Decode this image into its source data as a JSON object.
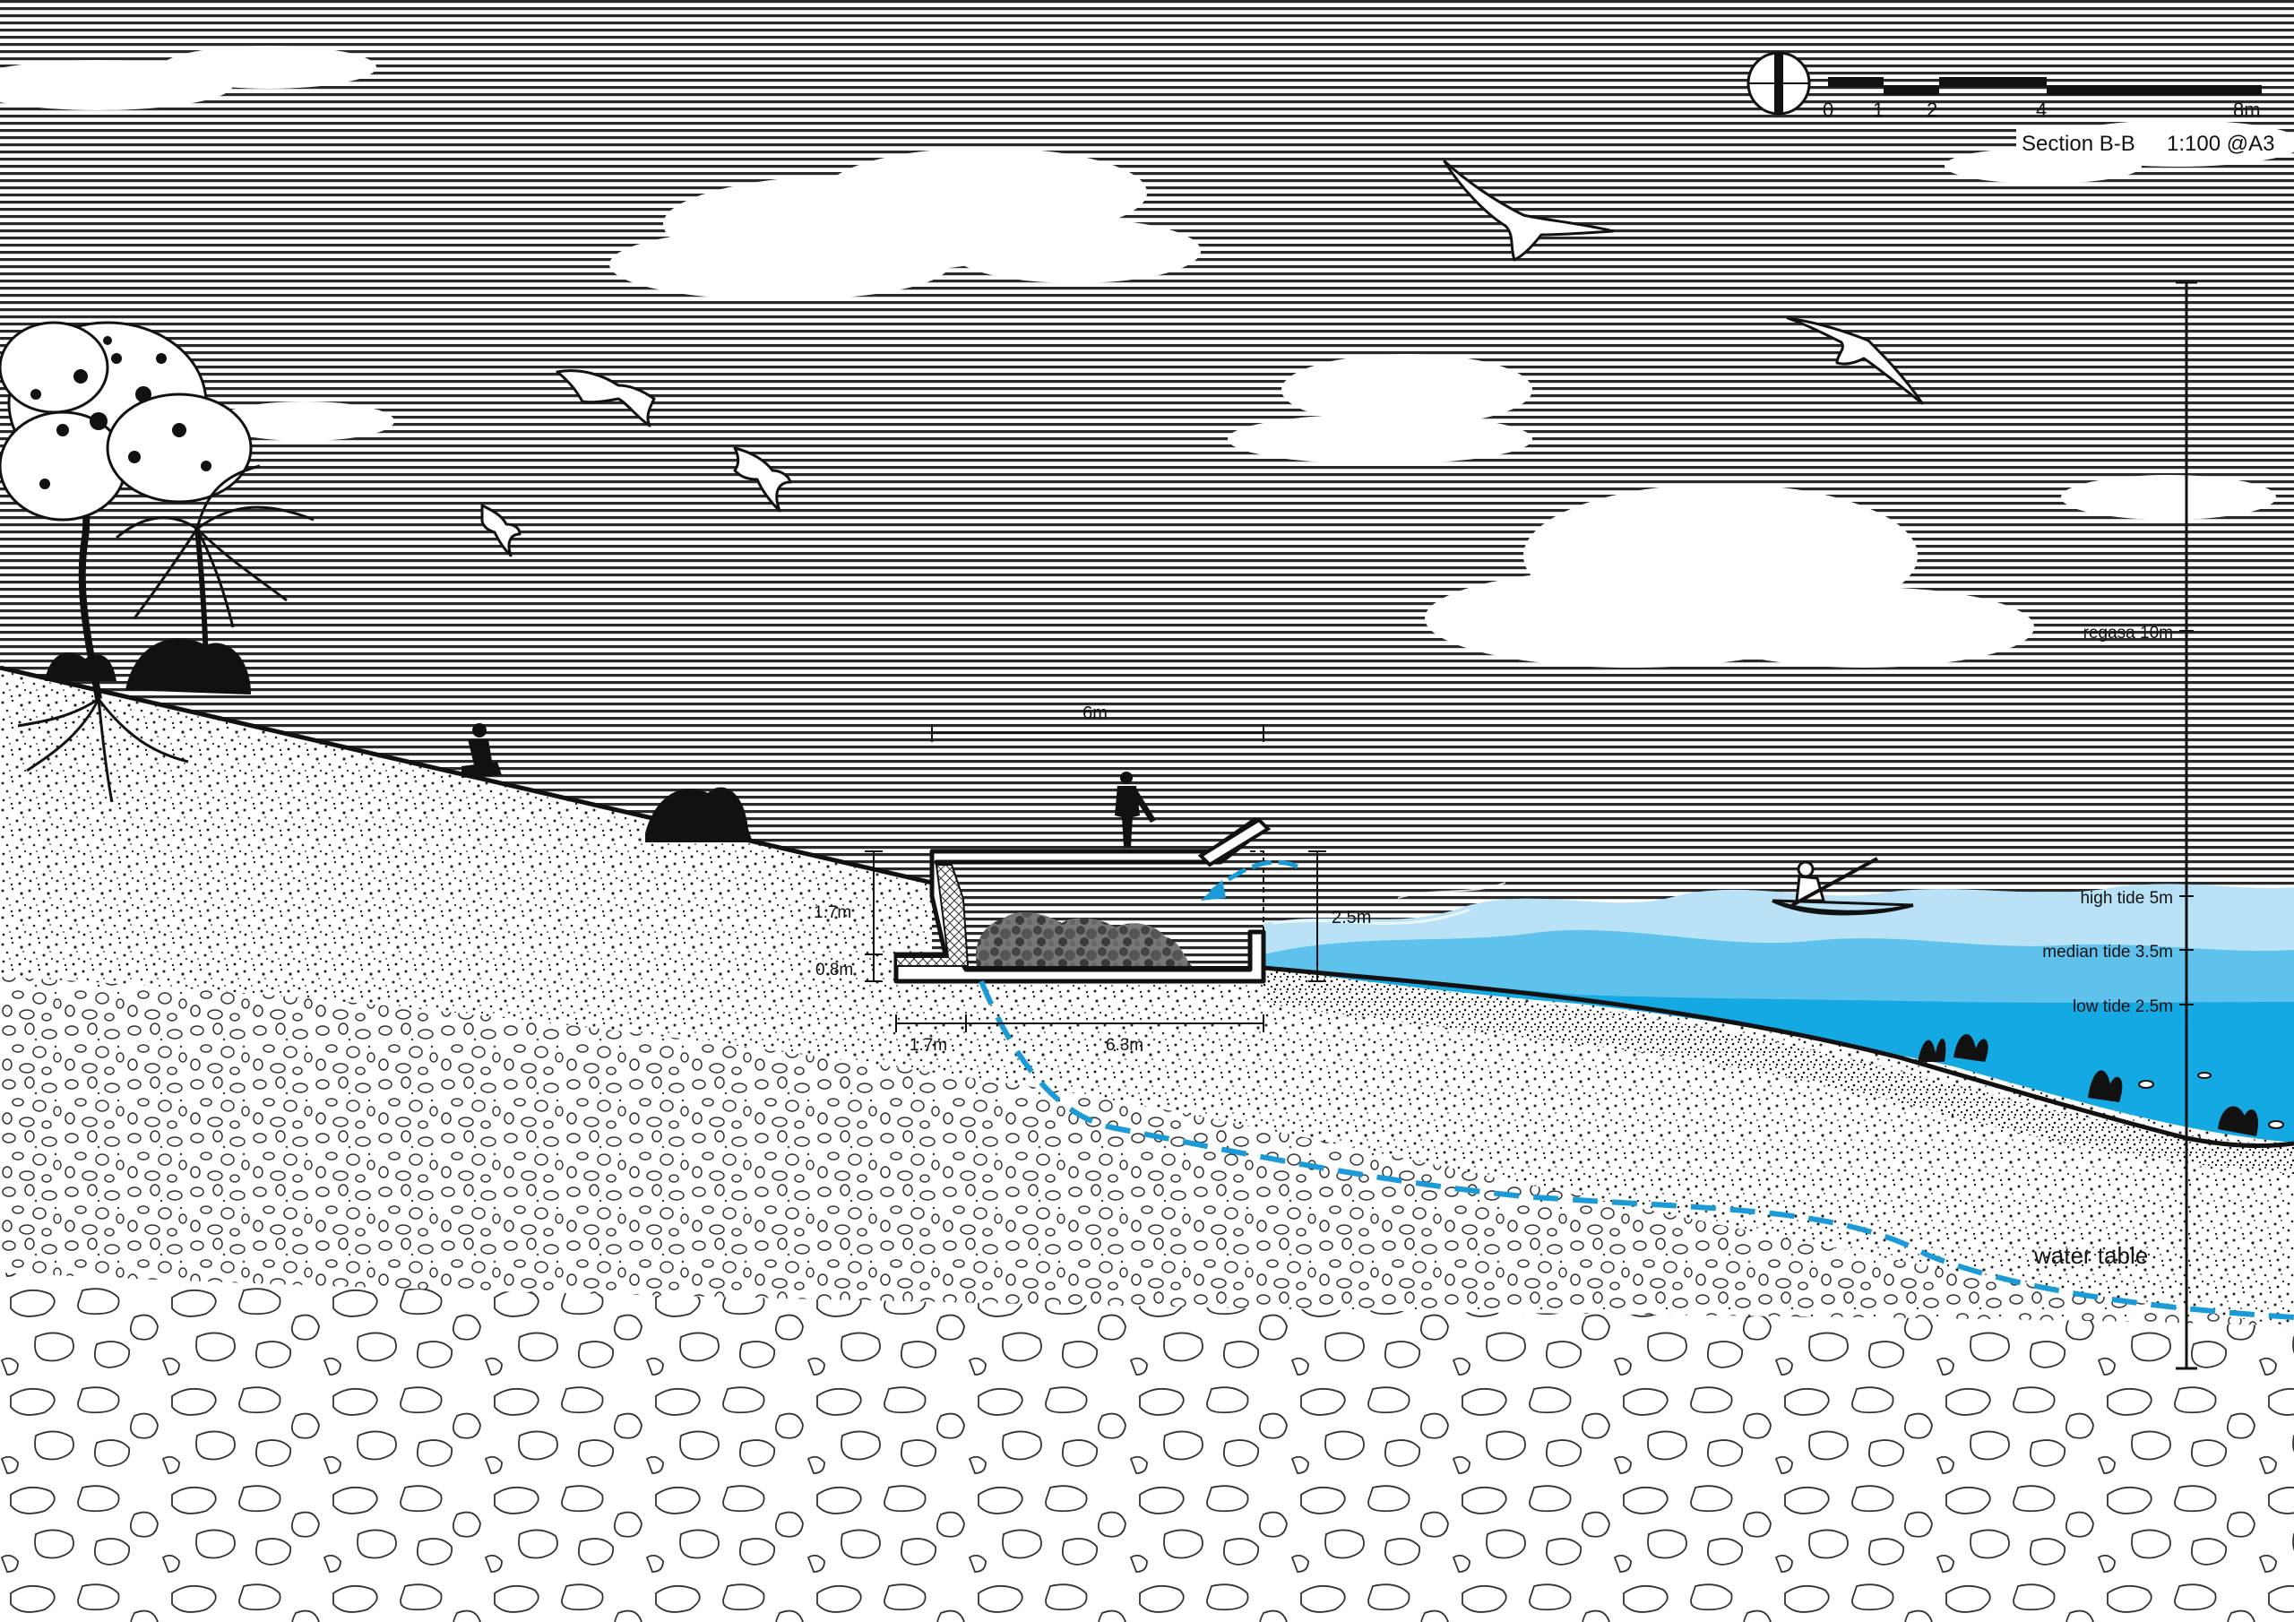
{
  "title": {
    "section": "Section B-B",
    "scale": "1:100 @A3"
  },
  "scale_bar": {
    "ticks": [
      "0",
      "1",
      "2",
      "4",
      "8m"
    ]
  },
  "dimensions": {
    "width_top": "6m",
    "height_inner": "1.7m",
    "height_base": "0.8m",
    "height_outer": "2.5m",
    "base_left": "1.7m",
    "base_right": "6.3m"
  },
  "tide_levels": {
    "regasa": "regasa 10m",
    "high": "high tide 5m",
    "median": "median tide 3.5m",
    "low": "low tide 2.5m"
  },
  "water_table_label": "water table",
  "colors": {
    "water_deep": "#14a9e3",
    "water_mid": "#5fc2ec",
    "water_light": "#b9e2f6",
    "water_table_line": "#1a9ad6",
    "ink": "#111111"
  },
  "icons": {
    "north": "north-arrow-icon",
    "flow": "water-inflow-arrow-icon"
  }
}
